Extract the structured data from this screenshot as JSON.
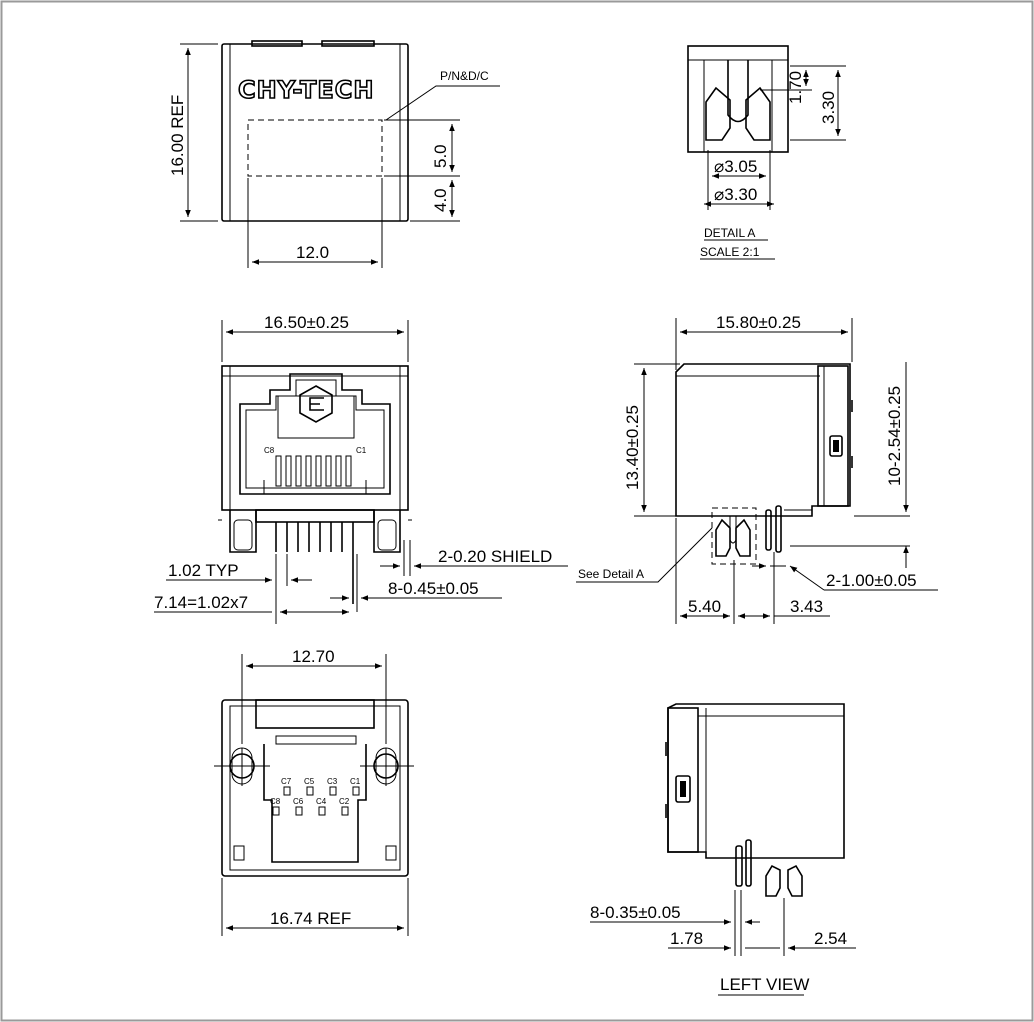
{
  "brand": "CHY-TECH",
  "top_view": {
    "height_ref": "16.00 REF",
    "label_area": "P/N&D/C",
    "dim_label_height": "5.0",
    "dim_label_offset": "4.0",
    "dim_label_width": "12.0"
  },
  "detail_a": {
    "dim_slot": "1.70",
    "dim_height": "3.30",
    "dim_inner_dia": "⌀3.05",
    "dim_outer_dia": "⌀3.30",
    "title": "DETAIL A",
    "scale": "SCALE 2:1"
  },
  "front_view": {
    "width": "16.50±0.25",
    "contact_left": "C8",
    "contact_right": "C1",
    "shield_pins": "2-0.20 SHIELD",
    "pitch_typ": "1.02 TYP",
    "signal_pins": "8-0.45±0.05",
    "pitch_total": "7.14=1.02x7"
  },
  "side_view": {
    "width": "15.80±0.25",
    "height": "13.40±0.25",
    "led_height": "10-2.54±0.25",
    "see_detail": "See Detail A",
    "peg_dia": "2-1.00±0.05",
    "dim_a": "5.40",
    "dim_b": "3.43"
  },
  "bottom_view": {
    "pin_span": "12.70",
    "width_ref": "16.74 REF",
    "contacts_top": [
      "C7",
      "C5",
      "C3",
      "C1"
    ],
    "contacts_bottom": [
      "C8",
      "C6",
      "C4",
      "C2"
    ]
  },
  "left_view": {
    "pins": "8-0.35±0.05",
    "dim_a": "1.78",
    "dim_b": "2.54",
    "title": "LEFT VIEW"
  }
}
